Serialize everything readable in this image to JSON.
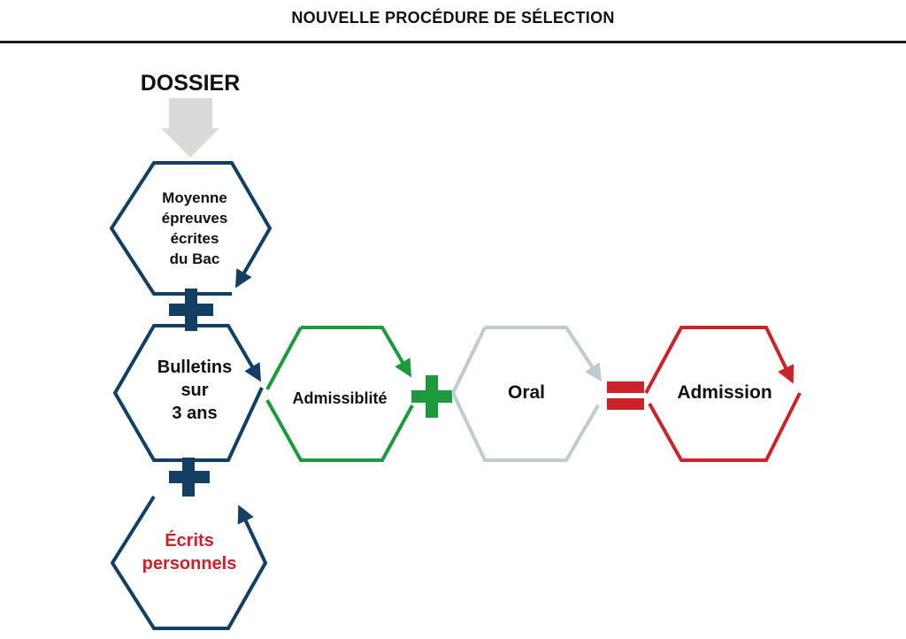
{
  "header": {
    "title": "NOUVELLE PROCÉDURE DE SÉLECTION"
  },
  "dossier": {
    "label": "DOSSIER"
  },
  "hexagons": {
    "moyenne": {
      "lines": [
        "Moyenne",
        "épreuves",
        "écrites",
        "du Bac"
      ]
    },
    "bulletins": {
      "lines": [
        "Bulletins",
        "sur",
        "3 ans"
      ]
    },
    "ecrits": {
      "lines": [
        "Écrits",
        "personnels"
      ]
    },
    "admissibilite": {
      "label": "Admissiblité"
    },
    "oral": {
      "label": "Oral"
    },
    "admission": {
      "label": "Admission"
    }
  },
  "colors": {
    "navy": "#123f63",
    "green": "#1e9a3e",
    "grey": "#bfcbd3",
    "red": "#cc2229",
    "arrow_grey": "#dadada"
  }
}
